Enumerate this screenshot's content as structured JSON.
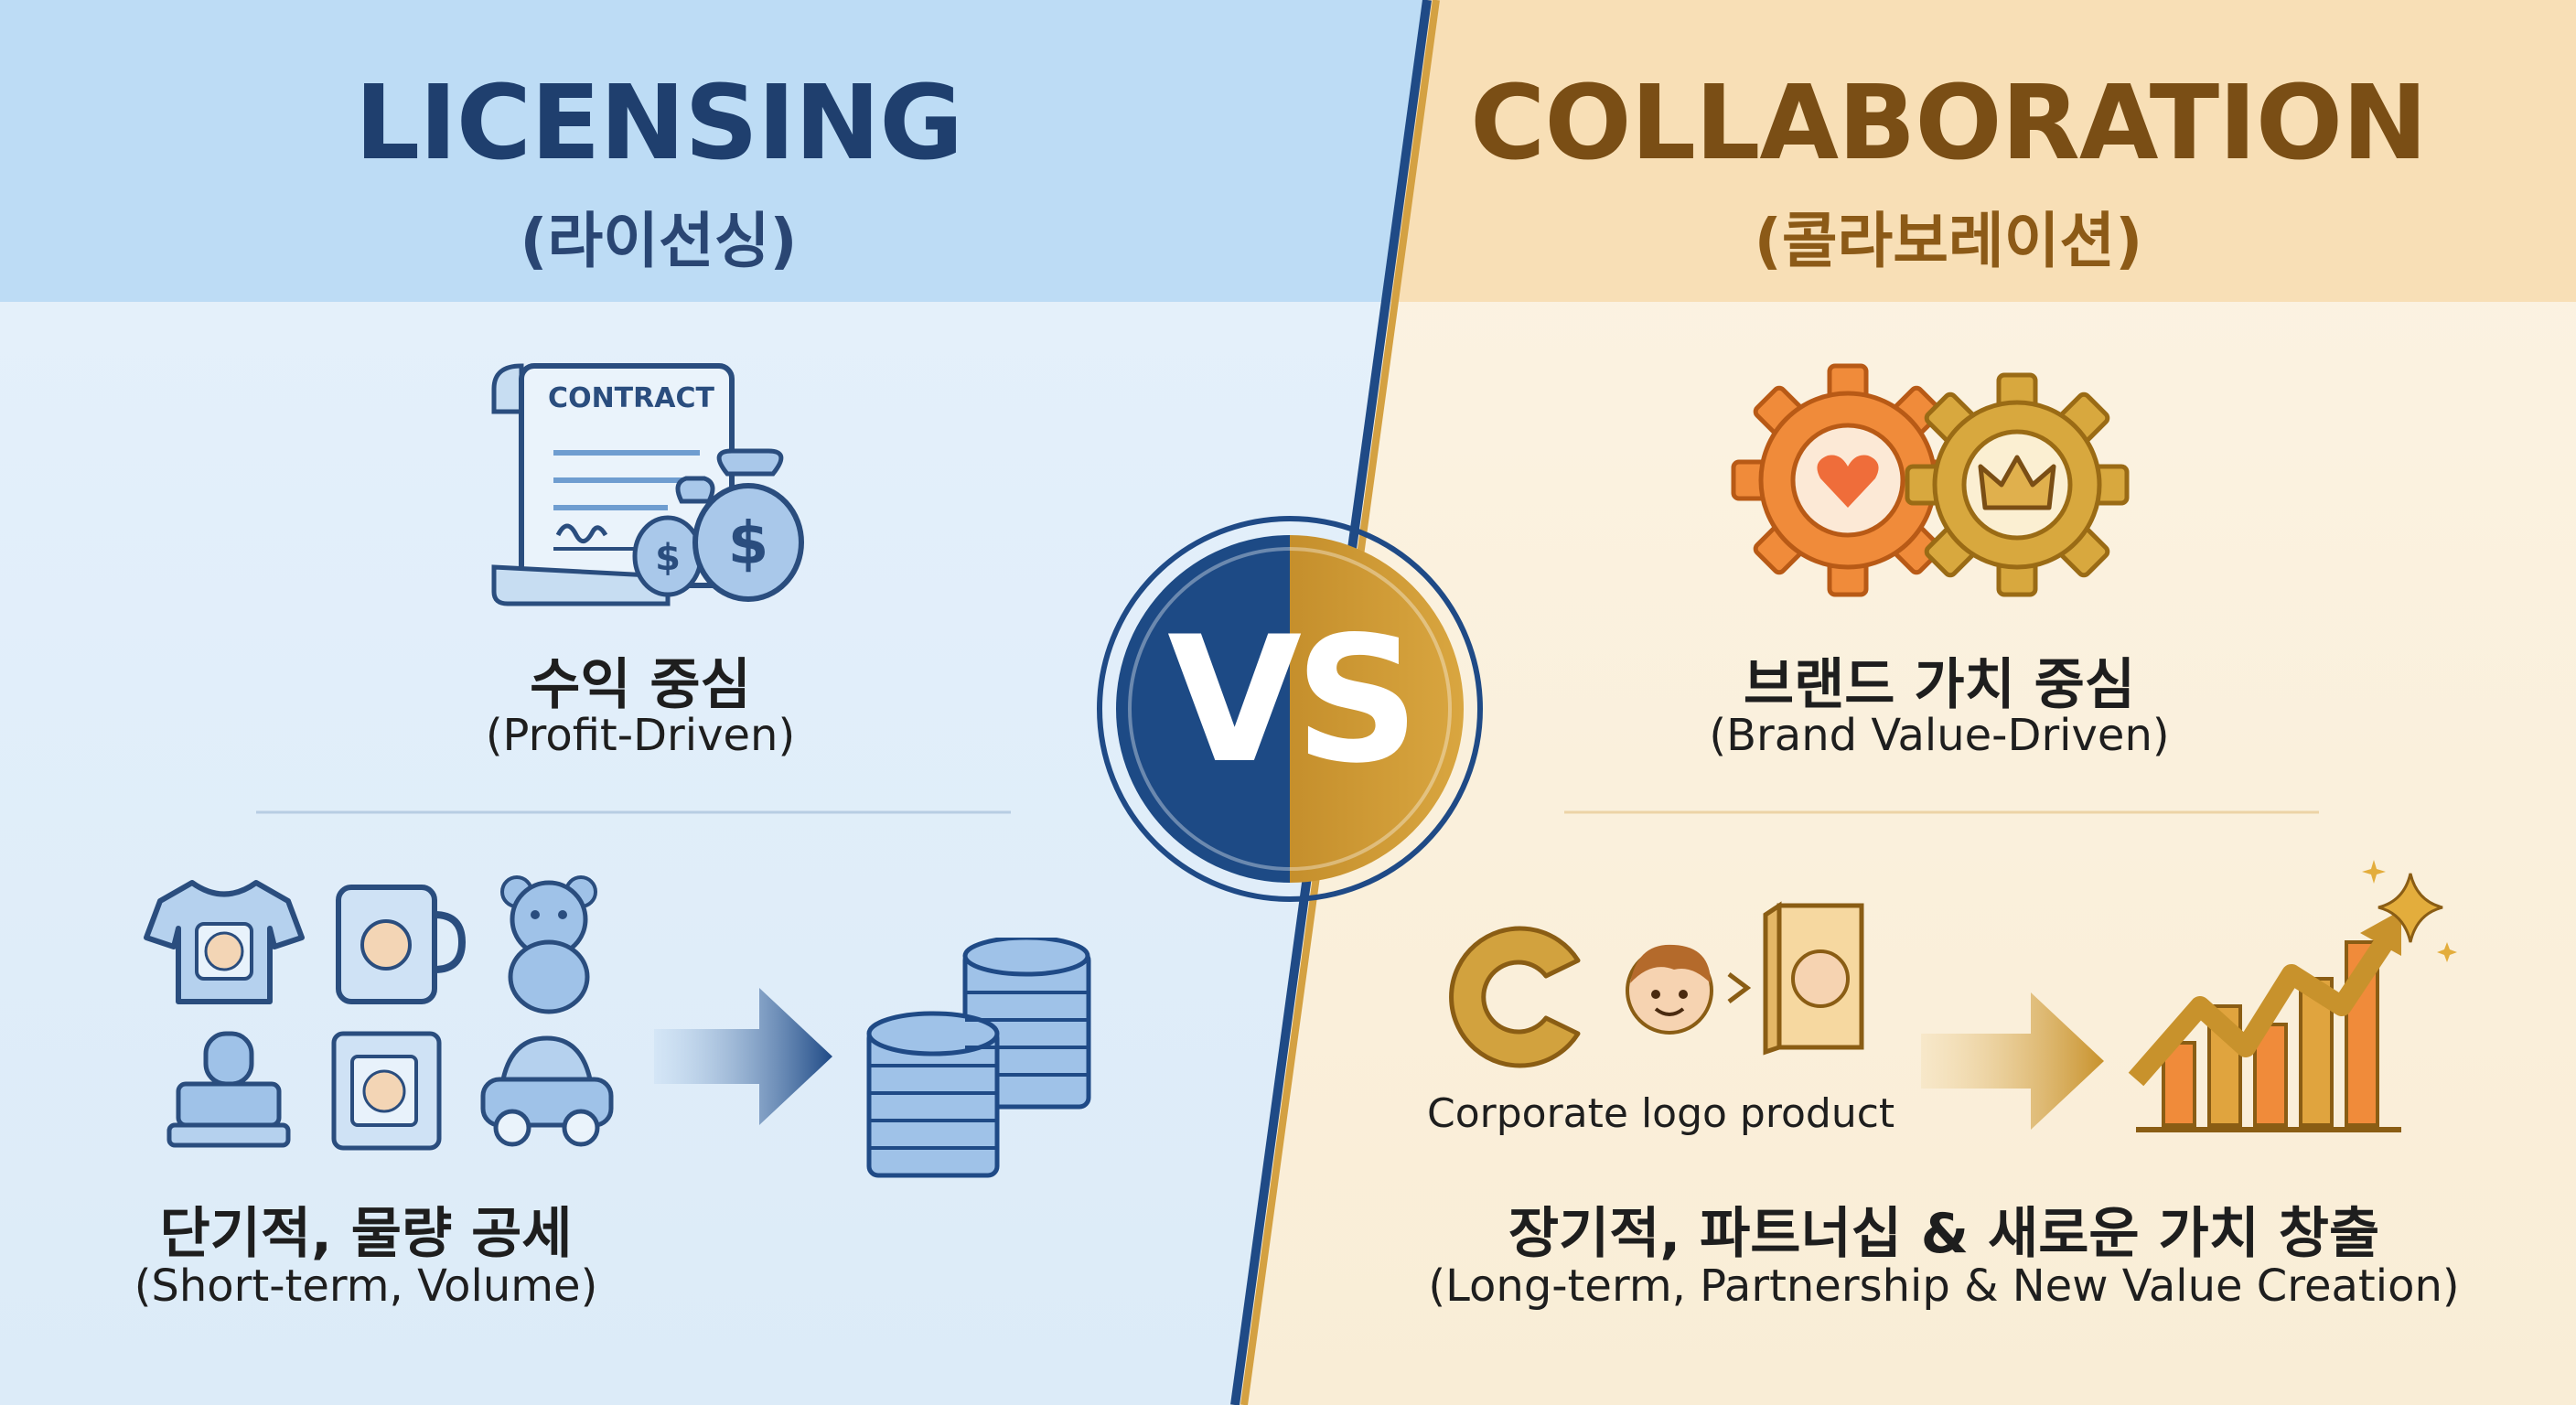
{
  "left": {
    "title": "LICENSING",
    "subtitle": "(라이선싱)",
    "icon_contract_label": "CONTRACT",
    "focus_ko": "수익 중심",
    "focus_en": "(Profit-Driven)",
    "strategy_ko": "단기적, 물량 공세",
    "strategy_en": "(Short-term, Volume)",
    "icons": [
      "contract-icon",
      "money-bag-icon",
      "tshirt-icon",
      "mug-icon",
      "teddy-bear-icon",
      "stamp-icon",
      "notebook-icon",
      "toy-car-icon",
      "arrow-right-icon",
      "coin-stack-icon"
    ]
  },
  "right": {
    "title": "COLLABORATION",
    "subtitle": "(콜라보레이션)",
    "focus_ko": "브랜드 가치 중심",
    "focus_en": "(Brand Value-Driven)",
    "logo_product_label": "Corporate logo product",
    "strategy_ko": "장기적, 파트너십 & 새로운 가치 창출",
    "strategy_en": "(Long-term, Partnership & New Value Creation)",
    "icons": [
      "gear-heart-icon",
      "gear-crown-icon",
      "corporate-logo-c-icon",
      "character-face-icon",
      "chevron-right-icon",
      "product-card-icon",
      "arrow-right-icon",
      "growth-chart-icon",
      "sparkle-icon"
    ]
  },
  "center": {
    "vs_label": "VS"
  },
  "colors": {
    "left_header": "#bcdcf6",
    "left_body": "#e2eff9",
    "right_header": "#f8dfb4",
    "right_body": "#fbf1de",
    "blue_accent": "#1f4a86",
    "gold_accent": "#c8922c"
  }
}
